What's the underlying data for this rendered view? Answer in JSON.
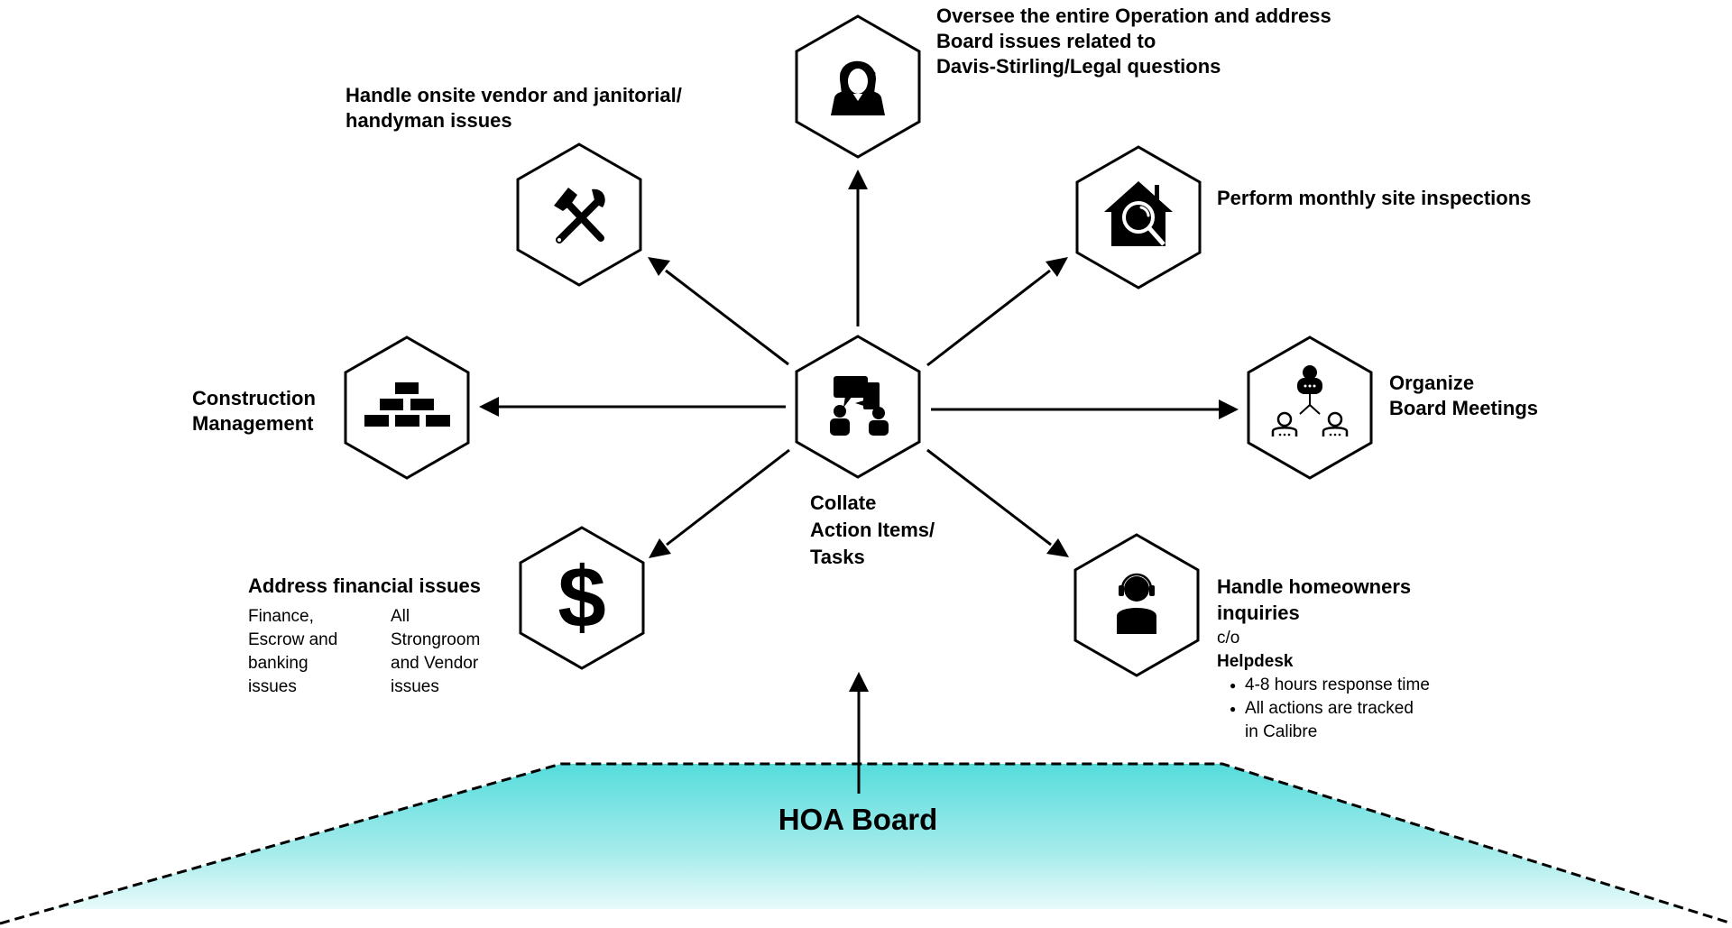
{
  "diagram": {
    "center": {
      "label_lines": [
        "Collate",
        "Action Items/",
        "Tasks"
      ],
      "icon": "meeting-chat-icon"
    },
    "nodes": [
      {
        "id": "oversee",
        "icon": "manager-woman-icon",
        "label_lines": [
          "Oversee the entire Operation and address",
          "Board issues related to",
          "Davis-Stirling/Legal questions"
        ]
      },
      {
        "id": "vendor",
        "icon": "hammer-wrench-icon",
        "label_lines": [
          "Handle onsite vendor and janitorial/",
          "handyman issues"
        ]
      },
      {
        "id": "inspection",
        "icon": "house-search-icon",
        "label_lines": [
          "Perform monthly site inspections"
        ]
      },
      {
        "id": "construction",
        "icon": "bricks-icon",
        "label_lines": [
          "Construction",
          "Management"
        ]
      },
      {
        "id": "meetings",
        "icon": "org-meeting-icon",
        "label_lines": [
          "Organize",
          "Board Meetings"
        ]
      },
      {
        "id": "financial",
        "icon": "dollar-icon",
        "label_lines": [
          "Address financial issues"
        ],
        "details": {
          "col1": [
            "Finance,",
            "Escrow and",
            "banking",
            "issues"
          ],
          "col2": [
            "All",
            "Strongroom",
            "and Vendor",
            "issues"
          ]
        }
      },
      {
        "id": "homeowners",
        "icon": "headset-agent-icon",
        "label_lines": [
          "Handle homeowners",
          "inquiries"
        ],
        "details": {
          "care_of": "c/o",
          "helpdesk": "Helpdesk",
          "bullets": [
            "4-8 hours response time",
            "All actions are tracked",
            "in Calibre"
          ]
        }
      }
    ],
    "base": {
      "label": "HOA Board",
      "fill_color": "#56dcdc"
    }
  }
}
